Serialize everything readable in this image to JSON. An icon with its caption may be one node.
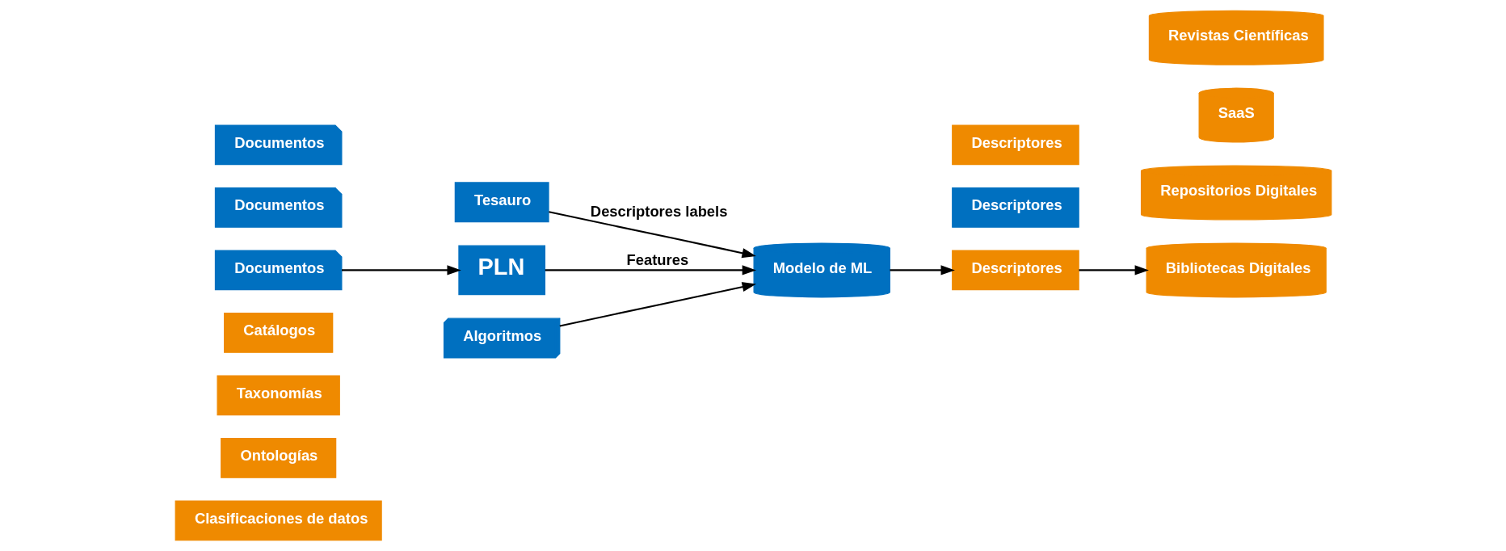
{
  "diagram": {
    "nodes": [
      {
        "text": [
          "Clasificaciones de datos"
        ]
      },
      {
        "text": [
          "Ontologías"
        ]
      },
      {
        "text": [
          "Taxonomías"
        ]
      },
      {
        "text": [
          "Catálogos"
        ]
      },
      {
        "text": [
          "Tesauro"
        ]
      },
      {
        "text": [
          "Documentos"
        ]
      },
      {
        "text": [
          "Documentos"
        ]
      },
      {
        "text": [
          "Documentos"
        ]
      },
      {
        "text": [
          "PLN"
        ]
      },
      {
        "text": [
          "Modelo de ML"
        ]
      },
      {
        "text": [
          "Descriptores"
        ]
      },
      {
        "text": [
          "Descriptores"
        ]
      },
      {
        "text": [
          "Descriptores"
        ]
      },
      {
        "text": [
          "Repositorios Digitales"
        ]
      },
      {
        "text": [
          "SaaS"
        ]
      },
      {
        "text": [
          "Bibliotecas Digitales"
        ]
      },
      {
        "text": [
          "Revistas Científicas"
        ]
      },
      {
        "text": [
          "Algoritmos"
        ]
      }
    ],
    "edges": [
      {
        "from": 6,
        "to": 8,
        "arrow": "to"
      },
      {
        "from": 8,
        "to": 9,
        "arrow": "to",
        "label": "Features"
      },
      {
        "from": 4,
        "to": 9,
        "arrow": "to",
        "label": "Descriptores labels"
      },
      {
        "from": 17,
        "to": 9,
        "arrow": "to"
      },
      {
        "from": 9,
        "to": 11,
        "arrow": "to"
      },
      {
        "from": 11,
        "to": 15,
        "arrow": "to"
      }
    ]
  }
}
